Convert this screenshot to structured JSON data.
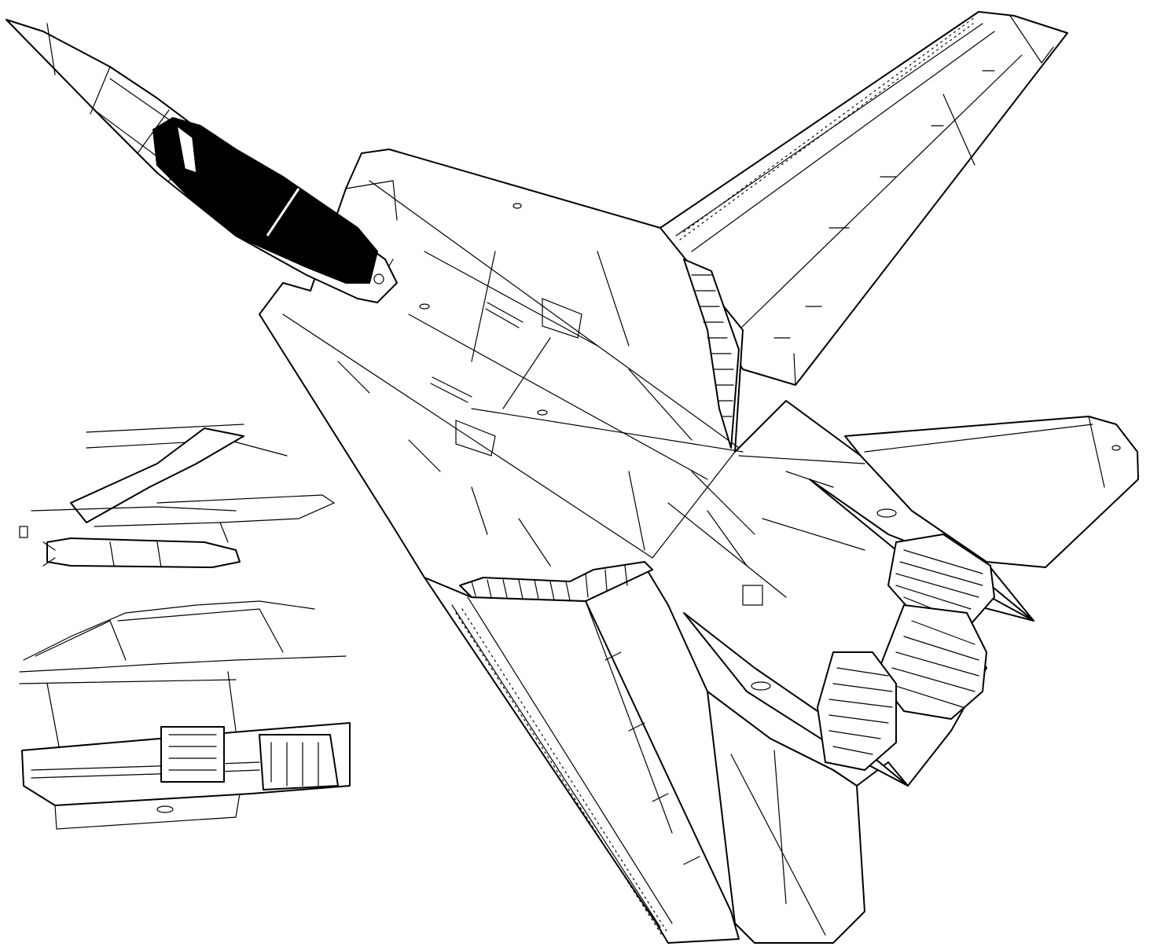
{
  "drawing": {
    "subject": "aircraft-planform-underside",
    "line_color": "#000000",
    "background": "#ffffff"
  },
  "insets": {
    "missile_carriage": {
      "icon": "missile-under-fuselage"
    },
    "gun_bay": {
      "icon": "gun-bay-cutaway"
    }
  }
}
